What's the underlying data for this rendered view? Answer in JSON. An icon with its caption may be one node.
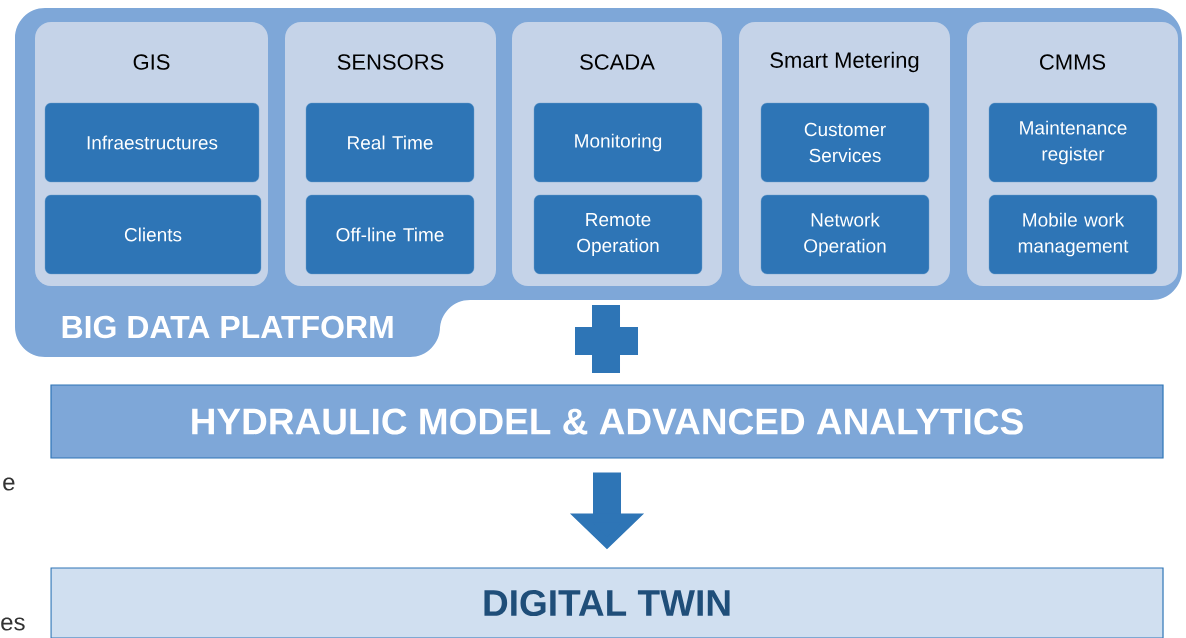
{
  "diagram": {
    "nodes": [
      {
        "text": [
          "BIG DATA PLATFORM"
        ]
      },
      {
        "text": [
          "GIS"
        ],
        "in": 0
      },
      {
        "text": [
          "Infraestructures"
        ],
        "in": 1
      },
      {
        "text": [
          "Clients"
        ],
        "in": 1
      },
      {
        "text": [
          "SENSORS"
        ],
        "in": 0
      },
      {
        "text": [
          "Real Time"
        ],
        "in": 4
      },
      {
        "text": [
          "Off-line Time"
        ],
        "in": 4
      },
      {
        "text": [
          "SCADA"
        ],
        "in": 0
      },
      {
        "text": [
          "Monitoring"
        ],
        "in": 7
      },
      {
        "text": [
          "Remote Operation"
        ],
        "in": 7
      },
      {
        "text": [
          "Smart Metering"
        ],
        "in": 0
      },
      {
        "text": [
          "Customer Services"
        ],
        "in": 10
      },
      {
        "text": [
          "Network Operation"
        ],
        "in": 10
      },
      {
        "text": [
          "CMMS"
        ],
        "in": 0
      },
      {
        "text": [
          "Maintenance register"
        ],
        "in": 13
      },
      {
        "text": [
          "Mobile work management"
        ],
        "in": 13
      },
      {
        "text": [
          "HYDRAULIC MODEL & ADVANCED ANALYTICS"
        ]
      },
      {
        "text": [
          "DIGITAL TWIN"
        ]
      }
    ],
    "edges": [
      {
        "from": 16,
        "to": 17,
        "arrow": "to"
      }
    ],
    "labels": [
      "e",
      "es"
    ]
  }
}
